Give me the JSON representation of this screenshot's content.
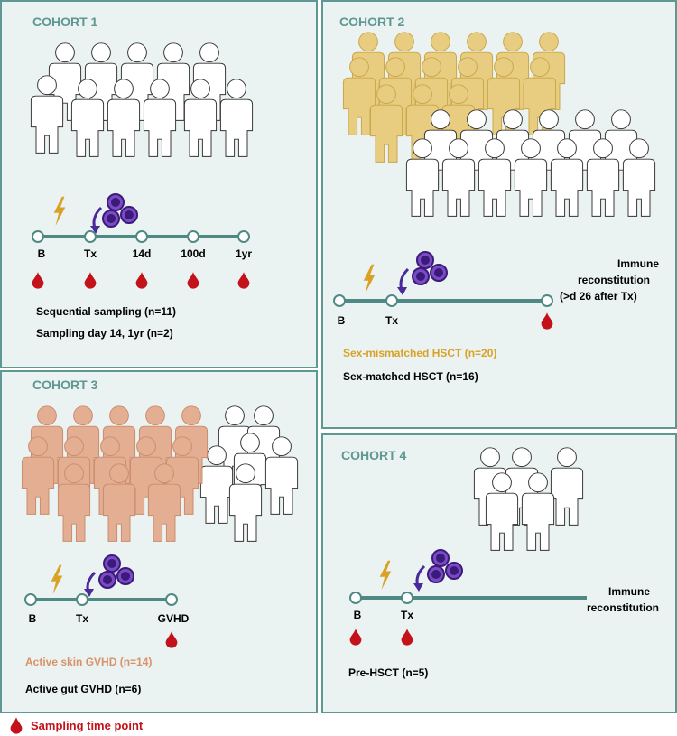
{
  "cohort1": {
    "title": "COHORT 1",
    "timeline": [
      "B",
      "Tx",
      "14d",
      "100d",
      "1yr"
    ],
    "notes": [
      "Sequential sampling (n=11)",
      "Sampling day 14, 1yr (n=2)"
    ]
  },
  "cohort2": {
    "title": "COHORT 2",
    "timeline": [
      "B",
      "Tx"
    ],
    "end_label": [
      "Immune",
      "reconstitution",
      "(>d 26 after Tx)"
    ],
    "notes": [
      "Sex-mismatched HSCT (n=20)",
      "Sex-matched HSCT (n=16)"
    ]
  },
  "cohort3": {
    "title": "COHORT 3",
    "timeline": [
      "B",
      "Tx",
      "GVHD"
    ],
    "notes": [
      "Active skin GVHD (n=14)",
      "Active gut GVHD (n=6)"
    ]
  },
  "cohort4": {
    "title": "COHORT 4",
    "timeline": [
      "B",
      "Tx"
    ],
    "end_label": [
      "Immune",
      "reconstitution"
    ],
    "notes": [
      "Pre-HSCT (n=5)"
    ]
  },
  "legend": {
    "label": "Sampling time point"
  },
  "colors": {
    "panel_bg": "#eaf3f2",
    "panel_border": "#5f9792",
    "timeline": "#4f8984",
    "drop": "#c4121b",
    "lightning": "#d9a227",
    "cells": "#5b2b9e",
    "female": "#e8cc80",
    "skin_gvhd": "#e3a989",
    "mismatch_text": "#d9a227",
    "skin_text": "#d99268",
    "legend_text": "#c4121b"
  },
  "icons": [
    "person-icon",
    "lightning-icon",
    "stem-cells-icon",
    "blood-drop-icon"
  ]
}
